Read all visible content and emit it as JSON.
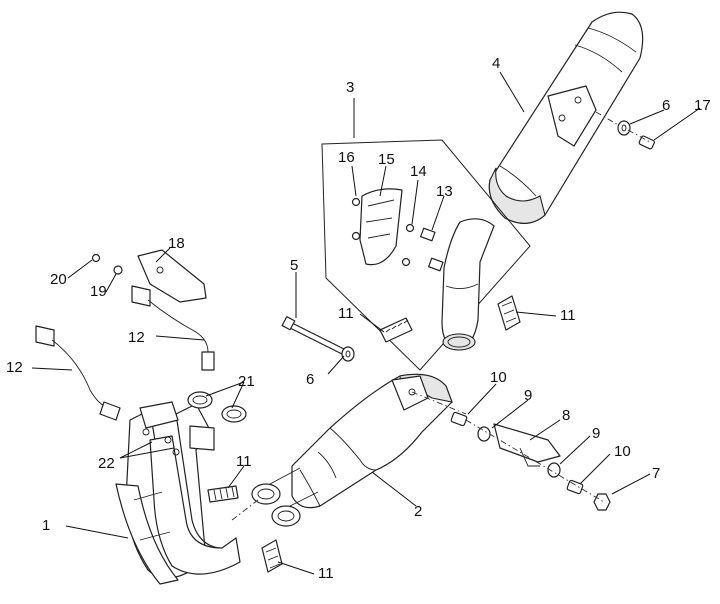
{
  "callouts": {
    "c1": "1",
    "c2": "2",
    "c3": "3",
    "c4": "4",
    "c5": "5",
    "c6a": "6",
    "c6b": "6",
    "c7": "7",
    "c8": "8",
    "c9a": "9",
    "c9b": "9",
    "c10a": "10",
    "c10b": "10",
    "c11a": "11",
    "c11b": "11",
    "c11c": "11",
    "c11d": "11",
    "c12a": "12",
    "c12b": "12",
    "c13": "13",
    "c14": "14",
    "c15": "15",
    "c16": "16",
    "c17": "17",
    "c18": "18",
    "c19": "19",
    "c20": "20",
    "c21": "21",
    "c22": "22"
  },
  "colors": {
    "line": "#222222",
    "background": "#ffffff"
  }
}
